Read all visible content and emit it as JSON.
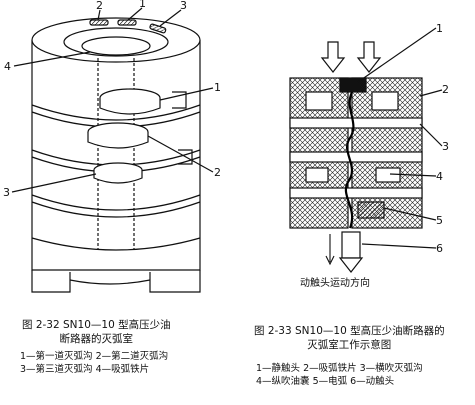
{
  "left_figure": {
    "callouts": [
      "2",
      "1",
      "3",
      "4",
      "1",
      "2",
      "3"
    ],
    "caption_line1": "图 2-32   SN10—10 型高压少油",
    "caption_line2": "断路器的灭弧室",
    "legend_line1": "1—第一道灭弧沟   2—第二道灭弧沟",
    "legend_line2": "3—第三道灭弧沟   4—吸弧铁片"
  },
  "right_figure": {
    "callouts": [
      "1",
      "2",
      "3",
      "4",
      "5",
      "6"
    ],
    "motion_label": "动触头运动方向",
    "caption_line1": "图 2-33   SN10—10 型高压少油断路器的",
    "caption_line2": "灭弧室工作示意图",
    "legend_line1": "1—静触头   2—吸弧铁片   3—横吹灭弧沟",
    "legend_line2": "4—纵吹油囊   5—电弧   6—动触头"
  }
}
